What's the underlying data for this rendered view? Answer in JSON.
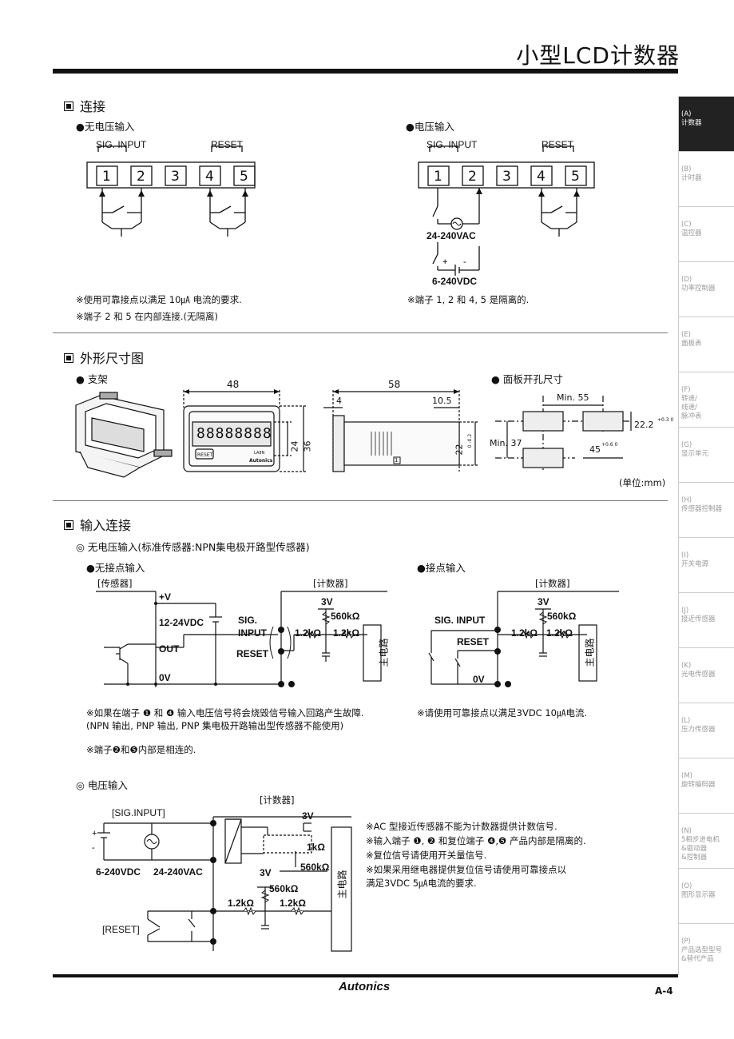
{
  "header": {
    "title": "小型LCD计数器"
  },
  "connection": {
    "heading": "连接",
    "left": {
      "subtitle": "●无电压输入",
      "sig_label": "SIG. INPUT",
      "reset_label": "RESET",
      "terminals": [
        "1",
        "2",
        "3",
        "4",
        "5"
      ],
      "notes": [
        "※使用可靠接点以满足 10㎂ 电流的要求.",
        "※端子 2 和 5 在内部连接.(无隔离)"
      ]
    },
    "right": {
      "subtitle": "●电压输入",
      "sig_label": "SIG. INPUT",
      "reset_label": "RESET",
      "terminals": [
        "1",
        "2",
        "3",
        "4",
        "5"
      ],
      "ac_label": "24-240VAC",
      "dc_label": "6-240VDC",
      "notes": [
        "※端子 1, 2 和 4, 5 是隔离的."
      ]
    }
  },
  "dimensions": {
    "heading": "外形尺寸图",
    "bracket_label": "● 支架",
    "cutout_label": "● 面板开孔尺寸",
    "front": {
      "width": "48",
      "height_inner": "24",
      "height_outer": "36",
      "display": "88888888",
      "reset_btn": "RESET",
      "brand": "Autonics",
      "model": "LA8N"
    },
    "side": {
      "depth": "58",
      "front": "4",
      "rear": "10.5",
      "panel": "22",
      "panel_tol": "0\n-0.2",
      "terminal": "1"
    },
    "cutout": {
      "min_w": "Min. 55",
      "min_h": "Min. 37",
      "h": "22.2",
      "h_tol": "+0.3 0",
      "w": "45",
      "w_tol": "+0.6 0"
    },
    "unit": "(单位:mm)"
  },
  "input": {
    "heading": "输入连接",
    "nonvoltage_title": "◎ 无电压输入(标准传感器:NPN集电极开路型传感器)",
    "solid_state": {
      "subtitle": "●无接点输入",
      "sensor_label": "[传感器]",
      "counter_label": "[计数器]",
      "labels": {
        "v": "+V",
        "vdc": "12-24VDC",
        "out": "OUT",
        "zero": "0V",
        "sig": "SIG.",
        "input": "INPUT",
        "reset": "RESET",
        "v3": "3V",
        "r560": "560kΩ",
        "r12a": "1.2kΩ",
        "r12b": "1.2kΩ",
        "main": "主电路"
      },
      "notes": [
        "※如果在端子 ❶ 和 ❹ 输入电压信号将会烧毁信号输入回路产生故障.",
        "  (NPN 输出, PNP 输出, PNP 集电极开路输出型传感器不能使用)",
        "※端子❷和❺内部是相连的."
      ]
    },
    "contact": {
      "subtitle": "●接点输入",
      "counter_label": "[计数器]",
      "labels": {
        "sig": "SIG. INPUT",
        "reset": "RESET",
        "zero": "0V",
        "v3": "3V",
        "r560": "560kΩ",
        "r12a": "1.2kΩ",
        "r12b": "1.2kΩ",
        "main": "主电路"
      },
      "notes": [
        "※请使用可靠接点以满足3VDC 10㎂电流."
      ]
    },
    "voltage": {
      "title": "◎ 电压输入",
      "counter_label": "[计数器]",
      "labels": {
        "sig": "[SIG.INPUT]",
        "dc": "6-240VDC",
        "ac": "24-240VAC",
        "reset": "[RESET]",
        "v3a": "3V",
        "v3b": "3V",
        "r1k": "1kΩ",
        "r560a": "560kΩ",
        "r560b": "560kΩ",
        "r12a": "1.2kΩ",
        "r12b": "1.2kΩ",
        "main": "主电路"
      },
      "notes": [
        "※AC 型接近传感器不能为计数器提供计数信号.",
        "※输入端子 ❶, ❷ 和复位端子 ❹,❺ 产品内部是隔离的.",
        "※复位信号请使用开关量信号.",
        "※如果采用继电器提供复位信号请使用可靠接点以",
        "  满足3VDC 5㎂电流的要求."
      ]
    }
  },
  "sidebar": {
    "items": [
      {
        "code": "(A)",
        "name": "计数器",
        "active": true
      },
      {
        "code": "(B)",
        "name": "计时器"
      },
      {
        "code": "(C)",
        "name": "温控器"
      },
      {
        "code": "(D)",
        "name": "功率控制器"
      },
      {
        "code": "(E)",
        "name": "面板表"
      },
      {
        "code": "(F)",
        "name": "转速/\n线速/\n脉冲表"
      },
      {
        "code": "(G)",
        "name": "显示单元"
      },
      {
        "code": "(H)",
        "name": "传感器控制器"
      },
      {
        "code": "(I)",
        "name": "开关电源"
      },
      {
        "code": "(J)",
        "name": "接近传感器"
      },
      {
        "code": "(K)",
        "name": "光电传感器"
      },
      {
        "code": "(L)",
        "name": "压力传感器"
      },
      {
        "code": "(M)",
        "name": "旋转编码器"
      },
      {
        "code": "(N)",
        "name": "5相步进电机\n&驱动器\n&控制器"
      },
      {
        "code": "(O)",
        "name": "图形显示器"
      },
      {
        "code": "(P)",
        "name": "产品选型型号\n&替代产品"
      }
    ]
  },
  "footer": {
    "brand": "Autonics",
    "page": "A-4"
  }
}
